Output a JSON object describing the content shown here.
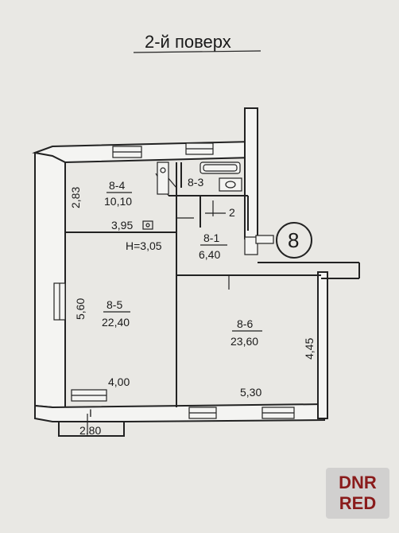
{
  "title": "2-й поверх",
  "apartment_number": "8",
  "rooms": [
    {
      "id": "8-4",
      "area": "10,10"
    },
    {
      "id": "8-3",
      "area": ""
    },
    {
      "id": "8-1",
      "area": "6,40"
    },
    {
      "id": "8-5",
      "area": "22,40"
    },
    {
      "id": "8-6",
      "area": "23,60"
    }
  ],
  "dimensions": {
    "d_2_83": "2,83",
    "d_3_95": "3,95",
    "d_h": "H=3,05",
    "d_5_60": "5,60",
    "d_4_00": "4,00",
    "d_2_80": "2,80",
    "d_4_45": "4,45",
    "d_5_30": "5,30",
    "d_2": "2",
    "d_I": "I"
  },
  "watermark": {
    "line1": "DNR",
    "line2": "RED"
  }
}
